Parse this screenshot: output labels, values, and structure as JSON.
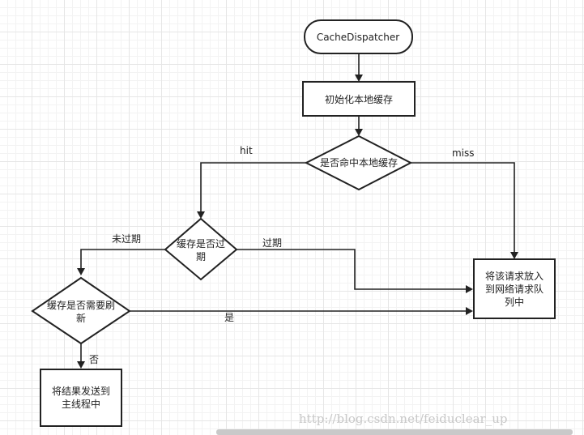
{
  "diagram": {
    "nodes": {
      "start": "CacheDispatcher",
      "init": "初始化本地缓存",
      "hit_check": "是否命中本地缓存",
      "expired_check": [
        "缓存是否过",
        "期"
      ],
      "refresh_check": [
        "缓存是否需要刷",
        "新"
      ],
      "network_queue": [
        "将该请求放入",
        "到网络请求队",
        "列中"
      ],
      "send_main": [
        "将结果发送到",
        "主线程中"
      ]
    },
    "edges": {
      "hit": "hit",
      "miss": "miss",
      "not_expired": "未过期",
      "expired": "过期",
      "yes": "是",
      "no": "否"
    },
    "watermark": "http://blog.csdn.net/feiduclear_up"
  }
}
